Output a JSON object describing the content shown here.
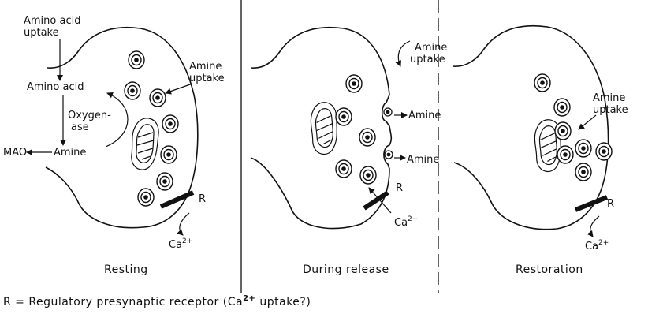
{
  "panels": [
    {
      "caption": "Resting",
      "labels": {
        "amino_uptake_1": "Amino acid",
        "amino_uptake_2": "uptake",
        "amine_uptake_1": "Amine",
        "amine_uptake_2": "uptake",
        "amino_acid": "Amino acid",
        "oxygenase_1": "Oxygen-",
        "oxygenase_2": "ase",
        "amine": "Amine",
        "mao": "MAO",
        "receptor": "R",
        "calcium": "Ca",
        "calcium_sup": "2+"
      }
    },
    {
      "caption": "During release",
      "labels": {
        "amine_uptake_1": "Amine",
        "amine_uptake_2": "uptake",
        "amine_release_1": "Amine",
        "amine_release_2": "Amine",
        "receptor": "R",
        "calcium": "Ca",
        "calcium_sup": "2+"
      }
    },
    {
      "caption": "Restoration",
      "labels": {
        "amine_uptake_1": "Amine",
        "amine_uptake_2": "uptake",
        "receptor": "R",
        "calcium": "Ca",
        "calcium_sup": "2+"
      }
    }
  ],
  "footnote": {
    "prefix": "R = Regulatory presynaptic receptor (Ca",
    "sup": "2+",
    "suffix": " uptake?)"
  }
}
